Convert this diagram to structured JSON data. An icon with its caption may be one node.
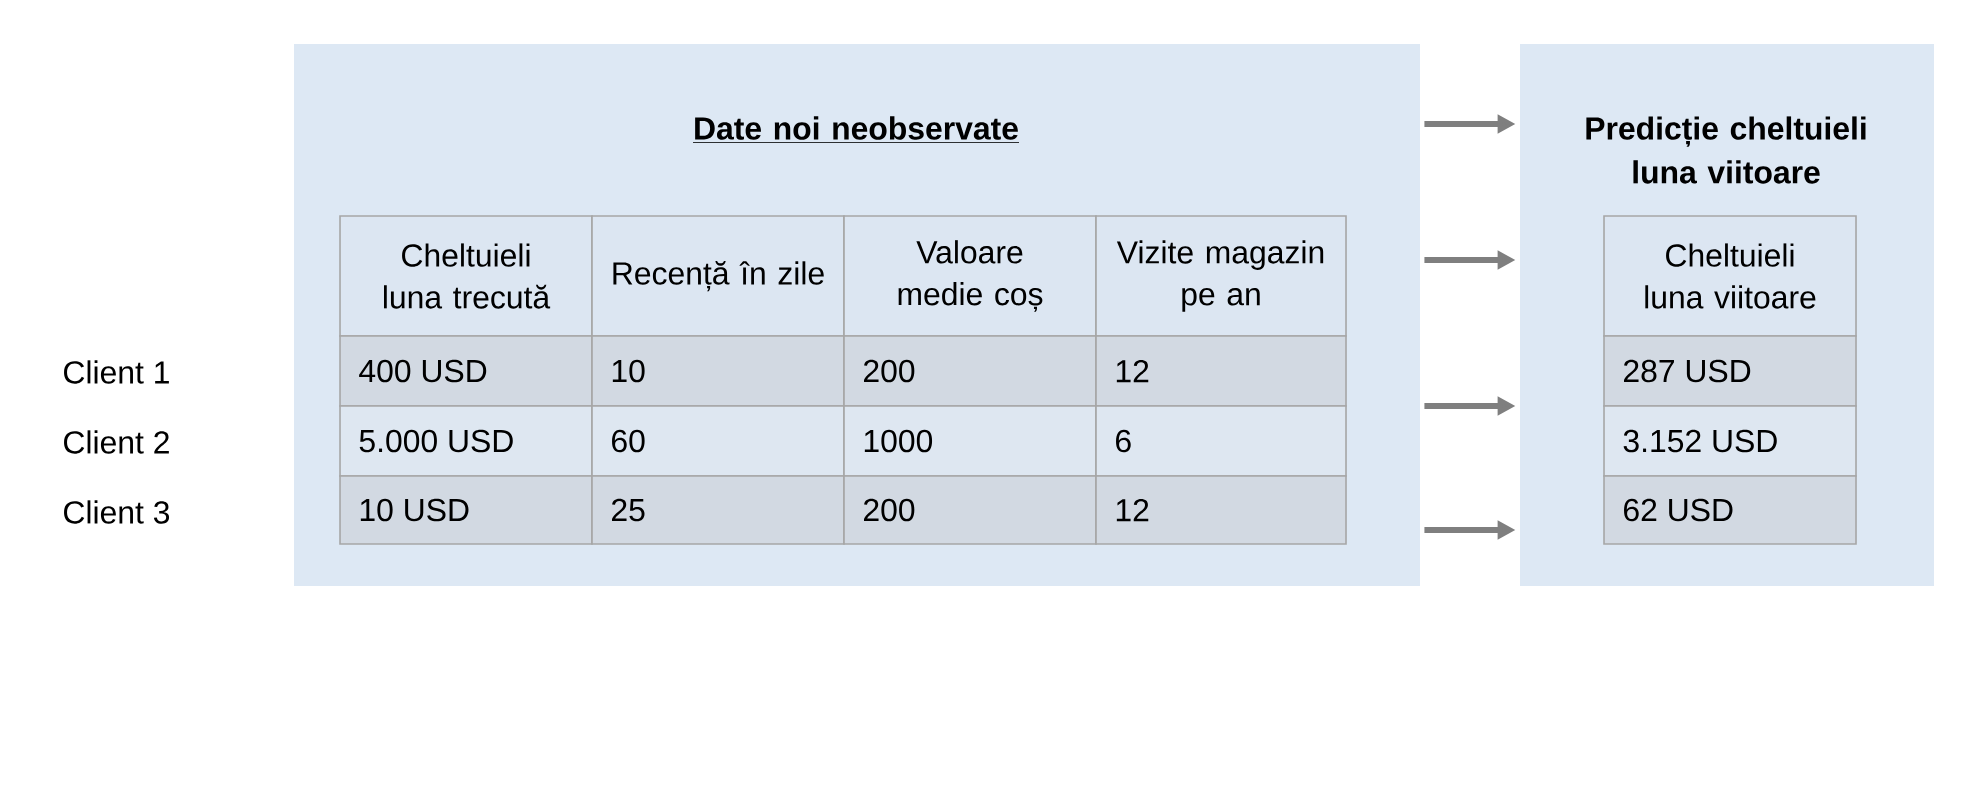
{
  "diagram": {
    "nodes": [
      {
        "text": [
          "Date noi neobservate"
        ]
      },
      {
        "text": [
          "Predicție cheltuieli luna viitoare"
        ]
      }
    ],
    "edges": [
      {
        "from": 0,
        "to": 1,
        "arrow": "to"
      },
      {
        "from": 0,
        "to": 1,
        "arrow": "to"
      },
      {
        "from": 0,
        "to": 1,
        "arrow": "to"
      },
      {
        "from": 0,
        "to": 1,
        "arrow": "to"
      }
    ],
    "labels": [
      "Client 1",
      "Client 2",
      "Client 3",
      "Cheltuieli luna trecută",
      "Recență în zile",
      "Valoare medie coș",
      "Vizite magazin pe an",
      "400 USD",
      "10",
      "200",
      "12",
      "5.000 USD",
      "60",
      "1000",
      "6",
      "10 USD",
      "25",
      "200",
      "12",
      "Cheltuieli luna viitoare",
      "287 USD",
      "3.152 USD",
      "62 USD"
    ]
  }
}
